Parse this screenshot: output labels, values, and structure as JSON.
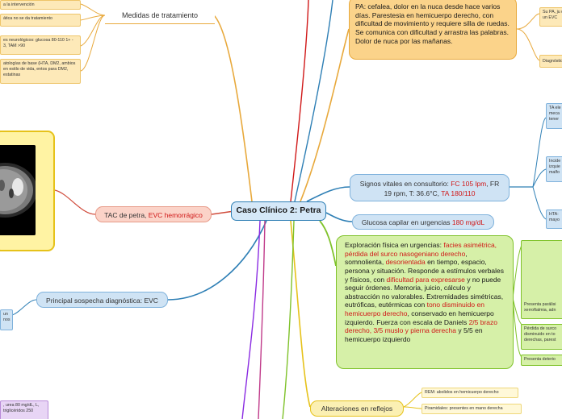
{
  "central": "Caso Clínico 2: Petra",
  "branches": {
    "medidas": "Medidas de tratamiento",
    "tac": {
      "prefix": "TAC de petra, ",
      "highlight": "EVC hemorrágico"
    },
    "sospecha": "Principal sospecha diagnóstica: EVC",
    "pa": "PA: cefalea, dolor en la nuca desde hace varios días. Parestesia en hemicuerpo derecho, con dificultad de movimiento y requiere silla de ruedas. Se comunica con dificultad y arrastra las palabras. Dolor de nuca por las mañanas.",
    "vitales": {
      "a": "Signos vitales en consultorio: ",
      "fc": "FC 105 lpm",
      "b": ", FR 19 rpm, T: 36.6°C, ",
      "ta": "TA 180/110"
    },
    "glucosa": {
      "a": "Glucosa capilar en urgencias ",
      "v": "180 mg/dL"
    },
    "exploracion": [
      {
        "t": "Exploración física en urgencias: ",
        "r": false
      },
      {
        "t": "facies asimétrica, pérdida del surco nasogeniano derecho",
        "r": true
      },
      {
        "t": ", somnolienta, ",
        "r": false
      },
      {
        "t": "desorientada",
        "r": true
      },
      {
        "t": " en tiempo, espacio, persona y situación. Responde a estímulos verbales y físicos, con ",
        "r": false
      },
      {
        "t": "dificultad para expresarse",
        "r": true
      },
      {
        "t": " y no puede seguir órdenes. Memoria, juicio, cálculo y abstracción no valorables. Extremidades simétricas, eutróficas, eutérmicas con ",
        "r": false
      },
      {
        "t": "tono disminuido en hemicuerpo derecho",
        "r": true
      },
      {
        "t": ", conservado en hemicuerpo izquierdo. Fuerza con escala de Daniels ",
        "r": false
      },
      {
        "t": "2/5 brazo derecho, 3/5 muslo y pierna derecha",
        "r": true
      },
      {
        "t": " y 5/5 en hemicuerpo izquierdo",
        "r": false
      }
    ],
    "reflejos": "Alteraciones en reflejos"
  },
  "leftCells": [
    "a la intervención",
    "ática no se da tratamiento",
    "es neurológicos: glucosa 80-110 1+ - 3, TAM >90",
    "atologías de base (HTA, DM2, ambios en estilo de vida, entos para DM2, estatinas",
    "un nos",
    ", urea 80 mg/dL, L, triglicéridos 250"
  ],
  "rightCells": [
    "Su PA, ju de un EVC",
    "Diagnóstic",
    "TA ele meca tener",
    "Incide izquie malfo",
    "HTA: mayo",
    "Presenta parálisi xerroftalmia, adn",
    "Pérdida de surco disminuido en to derechas, parest",
    "Presenta deterio",
    "REM: abolidos en hemicuerpo derecho",
    "Piramidales: presentes en mano derecha"
  ],
  "colors": {
    "blue": "#2e7fb5",
    "orange": "#e8a93c",
    "green": "#7fc22a",
    "red": "#d01818",
    "yellow": "#e6c21a"
  }
}
